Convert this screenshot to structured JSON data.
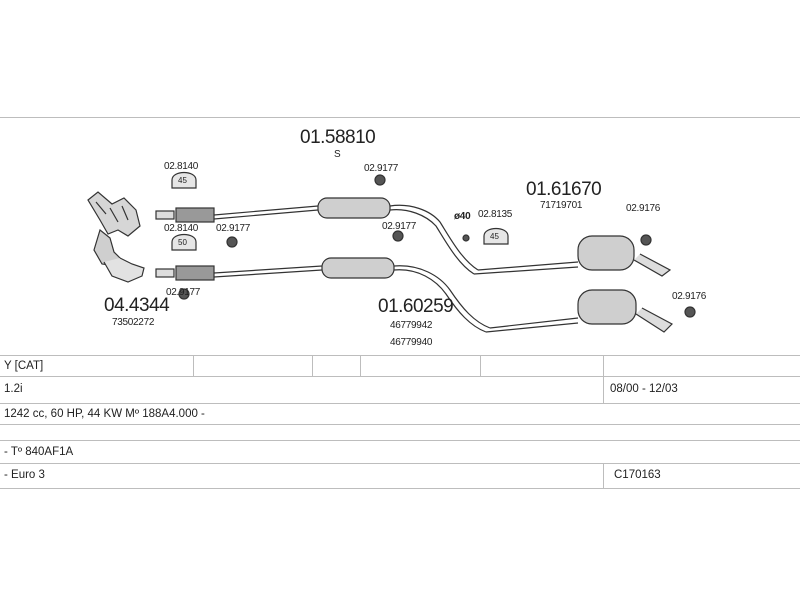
{
  "diagram": {
    "main_part_front": "01.58810",
    "main_part_front_sub": "S",
    "main_part_rear_upper": "01.61670",
    "main_part_rear_upper_code": "71719701",
    "main_part_rear_lower": "01.60259",
    "main_part_rear_lower_code1": "46779942",
    "main_part_rear_lower_code2": "46779940",
    "catalyst_part": "04.4344",
    "catalyst_code": "73502272",
    "clamp_top": "02.8140",
    "clamp_mid": "02.8140",
    "hanger_top_mid": "02.9177",
    "hanger_left_mid": "02.9177",
    "hanger_bottom_left": "02.9177",
    "hanger_center_lower": "02.9177",
    "clamp_right": "02.8135",
    "diameter_note": "ø40",
    "hanger_right_top": "02.9176",
    "hanger_right_bottom": "02.9176",
    "clamp_badge_top": "45",
    "clamp_badge_mid": "50",
    "clamp_badge_right": "45"
  },
  "info_table": {
    "row1": {
      "left": "Y  [CAT]"
    },
    "row2": {
      "left": "1.2i",
      "right": "08/00 - 12/03"
    },
    "row3": {
      "left": "1242 cc, 60 HP, 44 KW  Mº 188A4.000 -"
    },
    "row4": {
      "left": "- Tº 840AF1A"
    },
    "row5": {
      "left": "- Euro 3",
      "right": "C170163"
    }
  }
}
